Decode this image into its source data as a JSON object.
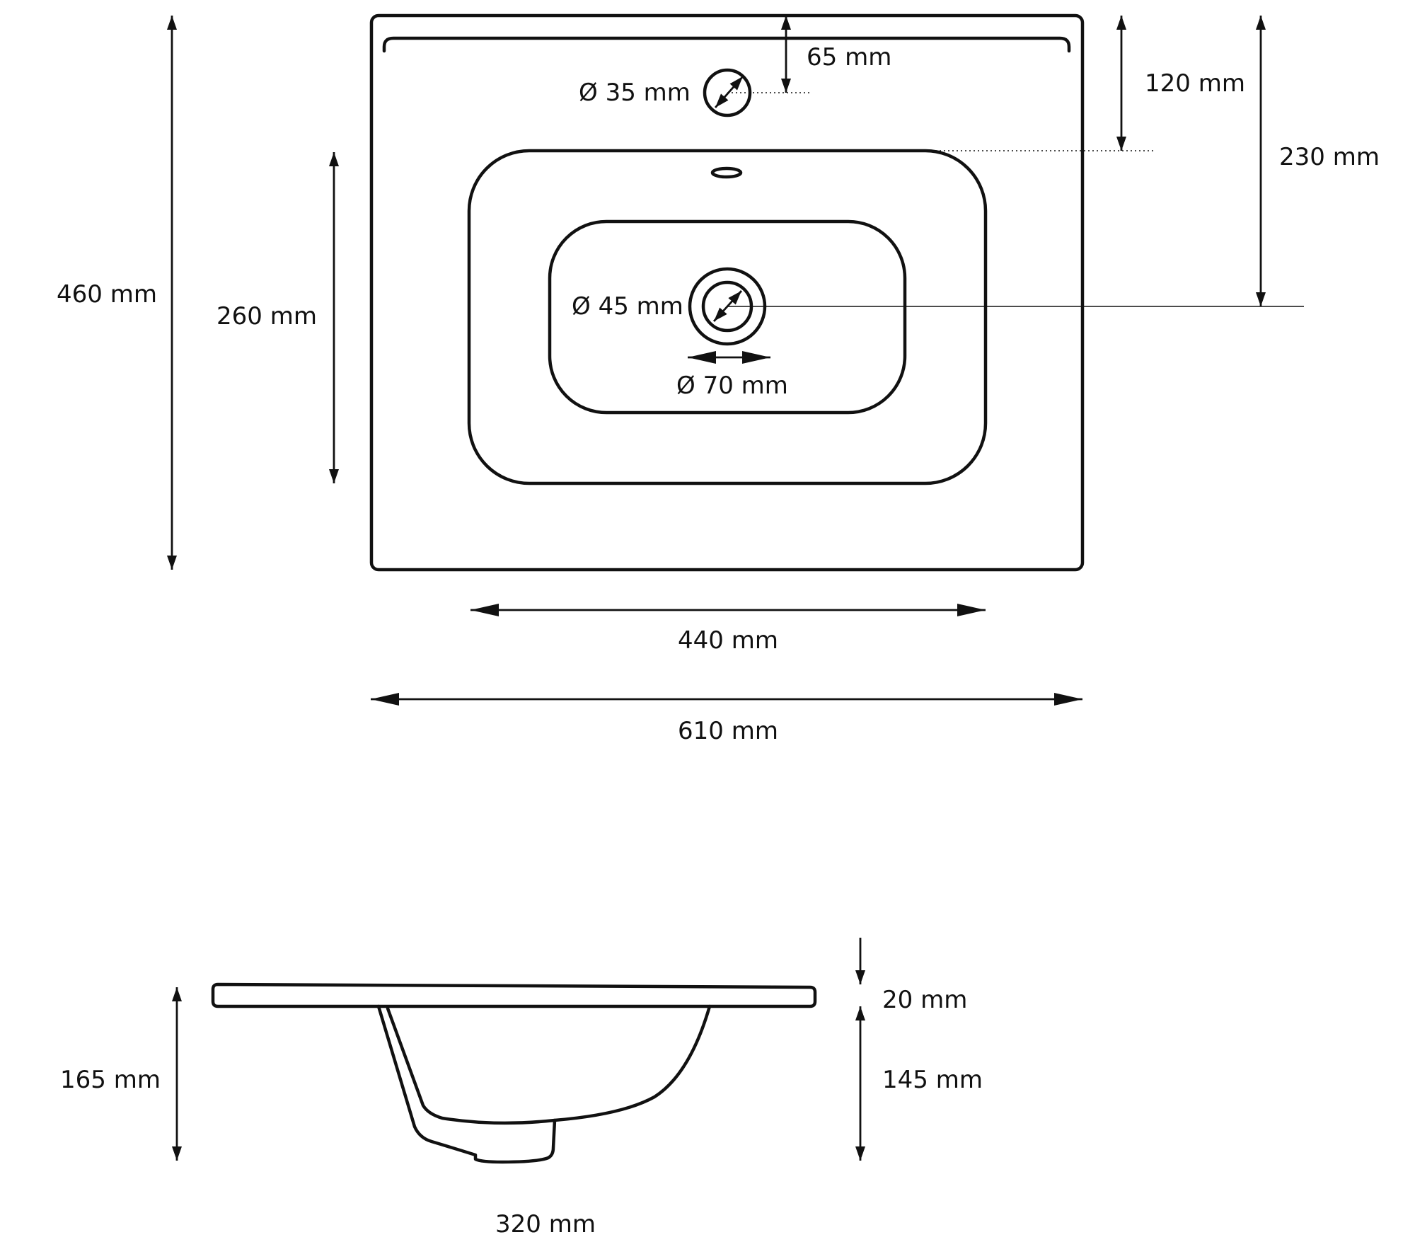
{
  "top_view": {
    "total_height": "460 mm",
    "bowl_height": "260 mm",
    "tap_offset": "65 mm",
    "tap_hole": "Ø 35 mm",
    "rim_to_bowl": "120 mm",
    "rim_to_drain": "230 mm",
    "drain_hole": "Ø 45 mm",
    "drain_outer": "Ø 70 mm",
    "bowl_width": "440 mm",
    "total_width": "610 mm"
  },
  "side_view": {
    "total_height": "165 mm",
    "slab_thickness": "20 mm",
    "bowl_depth": "145 mm",
    "bowl_width": "320 mm"
  }
}
